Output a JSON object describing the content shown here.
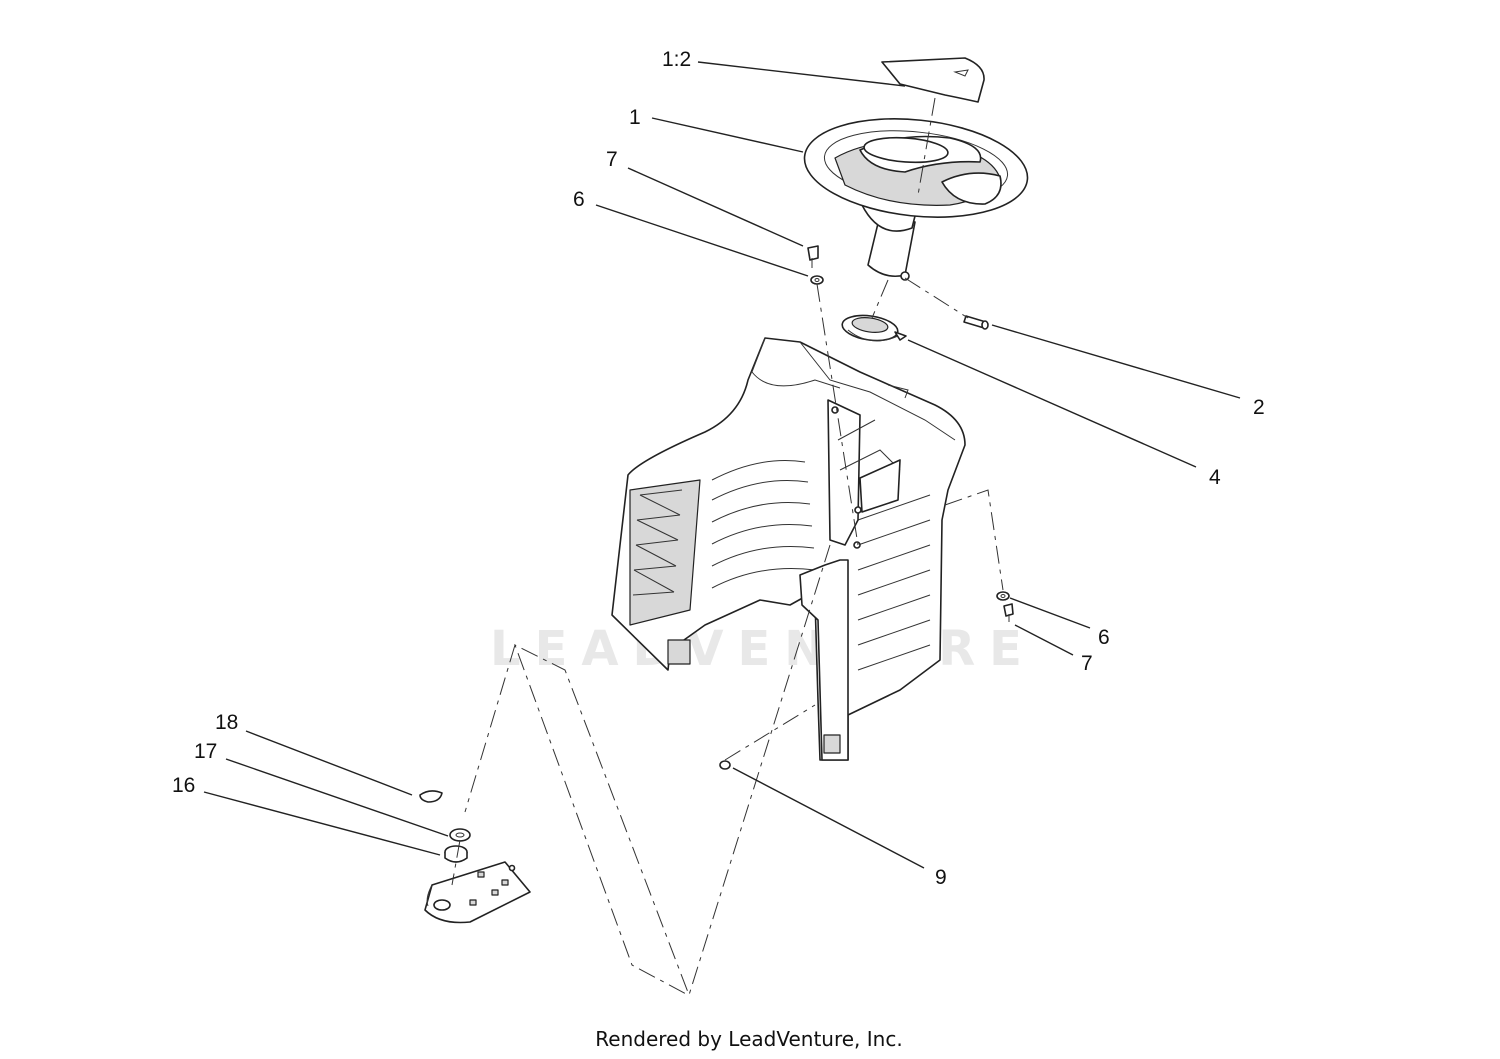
{
  "callouts": [
    {
      "id": "c-1-2",
      "label": "1:2"
    },
    {
      "id": "c-1",
      "label": "1"
    },
    {
      "id": "c-7a",
      "label": "7"
    },
    {
      "id": "c-6a",
      "label": "6"
    },
    {
      "id": "c-2",
      "label": "2"
    },
    {
      "id": "c-4",
      "label": "4"
    },
    {
      "id": "c-6b",
      "label": "6"
    },
    {
      "id": "c-7b",
      "label": "7"
    },
    {
      "id": "c-18",
      "label": "18"
    },
    {
      "id": "c-17",
      "label": "17"
    },
    {
      "id": "c-16",
      "label": "16"
    },
    {
      "id": "c-9",
      "label": "9"
    }
  ],
  "watermark": "LEADVENTURE",
  "footer": "Rendered by LeadVenture, Inc."
}
